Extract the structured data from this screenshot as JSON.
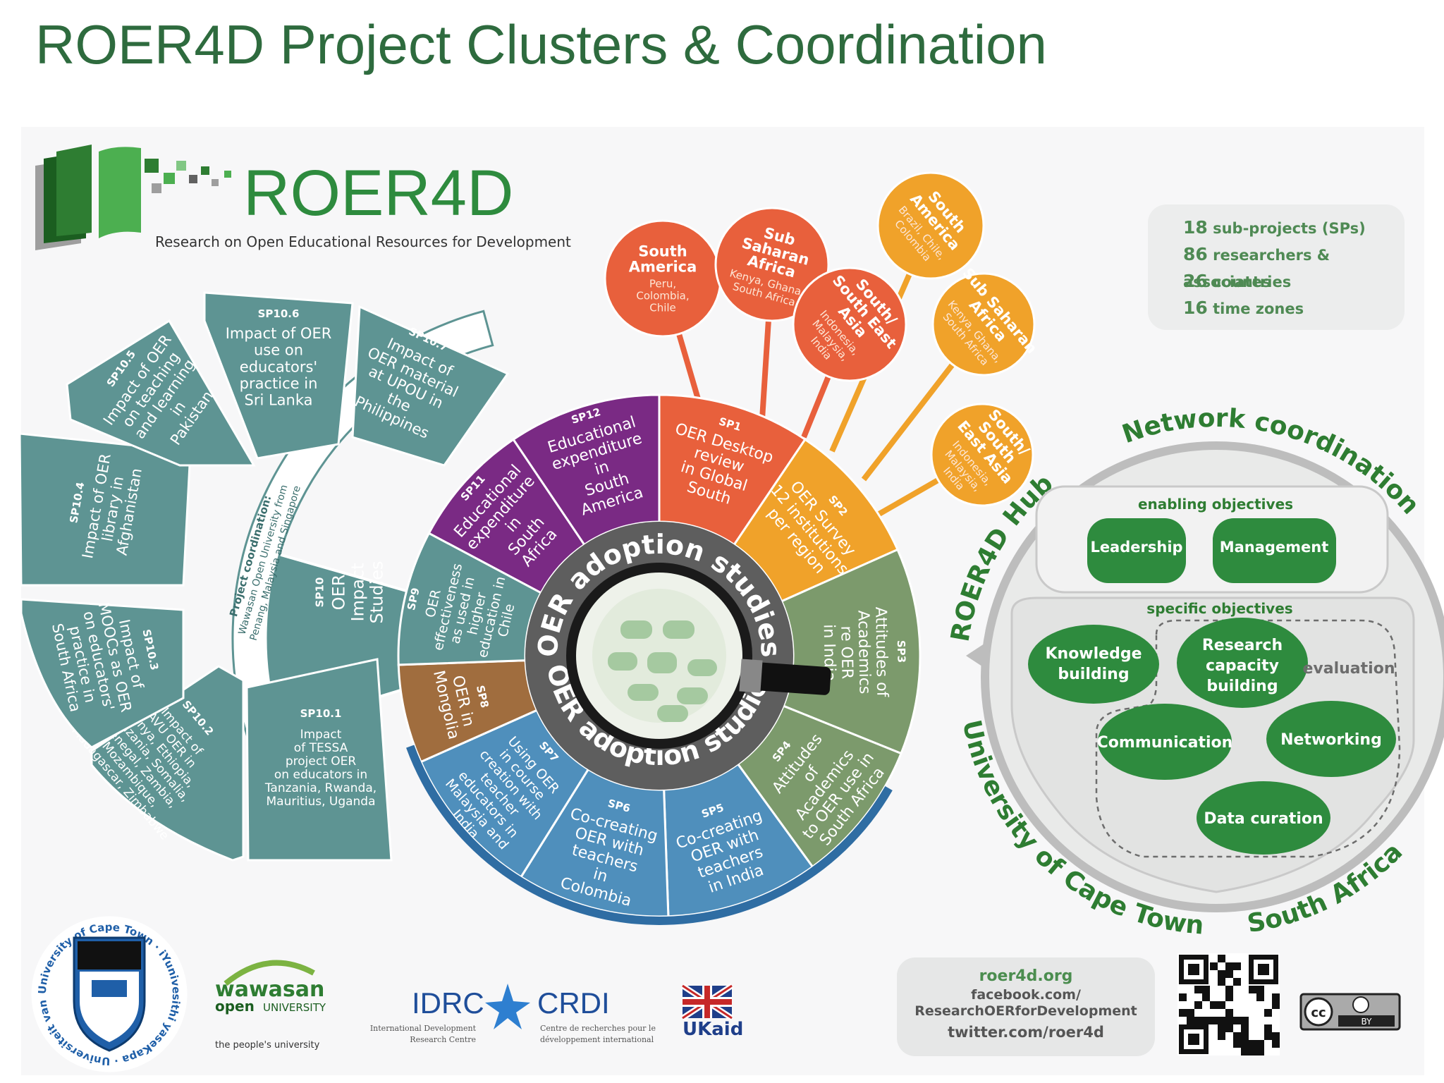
{
  "title": "ROER4D Project Clusters & Coordination",
  "logo": {
    "name": "ROER4D",
    "tagline": "Research on Open Educational Resources for Development"
  },
  "stats": [
    {
      "num": "18",
      "label": "sub-projects (SPs)"
    },
    {
      "num": "86",
      "label": "researchers & associates"
    },
    {
      "num": "26",
      "label": "countries"
    },
    {
      "num": "16",
      "label": "time zones"
    }
  ],
  "adoption_label": "OER adoption studies",
  "impact_cluster": {
    "coordination": [
      "Project coordination:",
      "Wawasan Open University from",
      "Penang, Malaysia and Singapore"
    ],
    "sp10": {
      "code": "SP10",
      "lines": [
        "OER",
        "Impact",
        "Studies"
      ]
    },
    "items": [
      {
        "code": "SP10.1",
        "lines": [
          "Impact",
          "of TESSA",
          "project OER",
          "on educators in",
          "Tanzania, Rwanda,",
          "Mauritius, Uganda"
        ]
      },
      {
        "code": "SP10.2",
        "lines": [
          "Impact of",
          "AVU OER in",
          "Kenya, Ethiopia,",
          "Tanzania, Somalia,",
          "Senegal, Zambia,",
          "Mozambique,",
          "Madagascar, Zimbabwe"
        ]
      },
      {
        "code": "SP10.3",
        "lines": [
          "Impact of",
          "MOOCs as OER",
          "on educators'",
          "practice in",
          "South Africa"
        ]
      },
      {
        "code": "SP10.4",
        "lines": [
          "Impact of OER",
          "library in",
          "Afghanistan"
        ]
      },
      {
        "code": "SP10.5",
        "lines": [
          "Impact of OER",
          "on teaching",
          "and learning",
          "in",
          "Pakistan"
        ]
      },
      {
        "code": "SP10.6",
        "lines": [
          "Impact of OER",
          "use on",
          "educators'",
          "practice in",
          "Sri Lanka"
        ]
      },
      {
        "code": "SP10.7",
        "lines": [
          "Impact of",
          "OER material",
          "at UPOU in",
          "the",
          "Philippines"
        ]
      }
    ]
  },
  "wheel": [
    {
      "code": "SP11",
      "lines": [
        "Educational",
        "expenditure",
        "in",
        "South",
        "Africa"
      ],
      "color": "#7a2a84"
    },
    {
      "code": "SP12",
      "lines": [
        "Educational",
        "expenditure",
        "in",
        "South",
        "America"
      ],
      "color": "#7a2a84"
    },
    {
      "code": "SP1",
      "lines": [
        "OER Desktop",
        "review",
        "in Global",
        "South"
      ],
      "color": "#e8603c"
    },
    {
      "code": "SP2",
      "lines": [
        "OER Survey",
        "12 institutions",
        "per region"
      ],
      "color": "#f0a22a"
    },
    {
      "code": "SP3",
      "lines": [
        "Attitudes of",
        "Academics",
        "re OER",
        "in India"
      ],
      "color": "#7c9a6c"
    },
    {
      "code": "SP4",
      "lines": [
        "Attitudes",
        "of",
        "Academics",
        "to OER use in",
        "South Africa"
      ],
      "color": "#7c9a6c"
    },
    {
      "code": "SP5",
      "lines": [
        "Co-creating",
        "OER with",
        "teachers",
        "in India"
      ],
      "color": "#4f8fbc"
    },
    {
      "code": "SP6",
      "lines": [
        "Co-creating",
        "OER with",
        "teachers",
        "in",
        "Colombia"
      ],
      "color": "#4f8fbc"
    },
    {
      "code": "SP7",
      "lines": [
        "Using OER",
        "in course",
        "creation with",
        "teacher",
        "educators in",
        "Malaysia and",
        "India"
      ],
      "color": "#4f8fbc"
    },
    {
      "code": "SP8",
      "lines": [
        "OER in",
        "Mongolia"
      ],
      "color": "#a06d3e"
    },
    {
      "code": "SP9",
      "lines": [
        "OER",
        "effectiveness",
        "as used in",
        "higher",
        "education in",
        "Chile"
      ],
      "color": "#5e9493"
    }
  ],
  "regions": [
    {
      "title": [
        "South",
        "America"
      ],
      "sub": [
        "Peru,",
        "Colombia,",
        "Chile"
      ]
    },
    {
      "title": [
        "Sub",
        "Saharan",
        "Africa"
      ],
      "sub": [
        "Kenya, Ghana,",
        "South Africa"
      ]
    },
    {
      "title": [
        "South/",
        "South East",
        "Asia"
      ],
      "sub": [
        "Indonesia,",
        "Malaysia,",
        "India"
      ]
    },
    {
      "title": [
        "South",
        "America"
      ],
      "sub": [
        "Brazil, Chile,",
        "Colombia"
      ]
    },
    {
      "title": [
        "Sub Saharan",
        "Africa"
      ],
      "sub": [
        "Kenya, Ghana,",
        "South Africa"
      ]
    },
    {
      "title": [
        "South/",
        "South",
        "East Asia"
      ],
      "sub": [
        "Indonesia,",
        "Malaysia,",
        "India"
      ]
    }
  ],
  "hub": {
    "network": "Network coordination",
    "hub_label": "ROER4D Hub",
    "uct": "University of Cape Town",
    "sa": "South Africa",
    "enabling": "enabling objectives",
    "specific": "specific objectives",
    "leadership": "Leadership",
    "management": "Management",
    "knowledge": [
      "Knowledge",
      "building"
    ],
    "research": [
      "Research",
      "capacity",
      "building"
    ],
    "evaluation": "evaluation",
    "communication": "Communication",
    "networking": "Networking",
    "curation": "Data curation"
  },
  "contact": {
    "web": "roer4d.org",
    "fb1": "facebook.com/",
    "fb2": "ResearchOERforDevelopment",
    "tw": "twitter.com/roer4d"
  },
  "sponsors": {
    "uct_seal": "University of Cape Town · iYunivesithi yaseKapa · Universiteit van Kaapstad",
    "wawasan1": "wawasan",
    "wawasan2": "open",
    "wawasan3": "UNIVERSITY",
    "wawasan_tag": "the people's university",
    "idrc": "IDRC",
    "crdi": "CRDI",
    "idrc_sub1": "International Development",
    "idrc_sub2": "Research Centre",
    "crdi_sub1": "Centre de recherches pour le",
    "crdi_sub2": "développement international",
    "ukaid": "UKaid",
    "cc_label": "BY"
  },
  "colors": {
    "teal": "#5e9493",
    "purple": "#7a2a84",
    "orange": "#e8603c",
    "amber": "#f0a22a",
    "olive": "#7c9a6c",
    "blue": "#4f8fbc",
    "brown": "#a06d3e",
    "green": "#2e7d32"
  }
}
